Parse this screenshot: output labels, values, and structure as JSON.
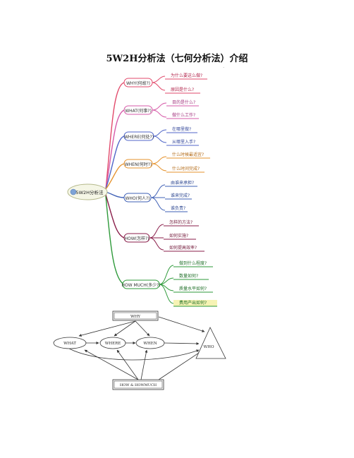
{
  "title": "5W2H分析法（七何分析法）介绍",
  "corner_mark": "·",
  "mindmap": {
    "center": "5W2H分析法",
    "branches": [
      {
        "label": "WHY(何故?)",
        "color": "#e24a6b",
        "leaves": [
          "为什么要这么做?",
          "原因是什么?"
        ]
      },
      {
        "label": "WHAT(何事?)",
        "color": "#d65aa8",
        "leaves": [
          "目的是什么?",
          "做什么工作?"
        ]
      },
      {
        "label": "WHERE(何处?)",
        "color": "#5066c8",
        "leaves": [
          "在哪里做?",
          "从哪里入手?"
        ]
      },
      {
        "label": "WHEN(何时?)",
        "color": "#e6932e",
        "leaves": [
          "什么时候最适宜?",
          "什么时间完成?"
        ]
      },
      {
        "label": "WHO(何人?)",
        "color": "#3e5fb5",
        "leaves": [
          "由谁来承担?",
          "谁来完成?",
          "谁负责?"
        ]
      },
      {
        "label": "HOW(怎样?)",
        "color": "#8a1e4a",
        "leaves": [
          "怎样的方法?",
          "如何实施?",
          "如何提高效率?"
        ]
      },
      {
        "label": "HOW MUCH(多少?)",
        "color": "#2e9a3a",
        "leaves": [
          "做到什么程度?",
          "数量如何?",
          "质量水平如何?",
          "费用产出如何?"
        ]
      }
    ]
  },
  "flow": {
    "top": "WHY",
    "what": "WHAT",
    "where": "WHERE",
    "when": "WHEN",
    "who": "WHO",
    "bottom": "HOW & HOWMUCH"
  }
}
